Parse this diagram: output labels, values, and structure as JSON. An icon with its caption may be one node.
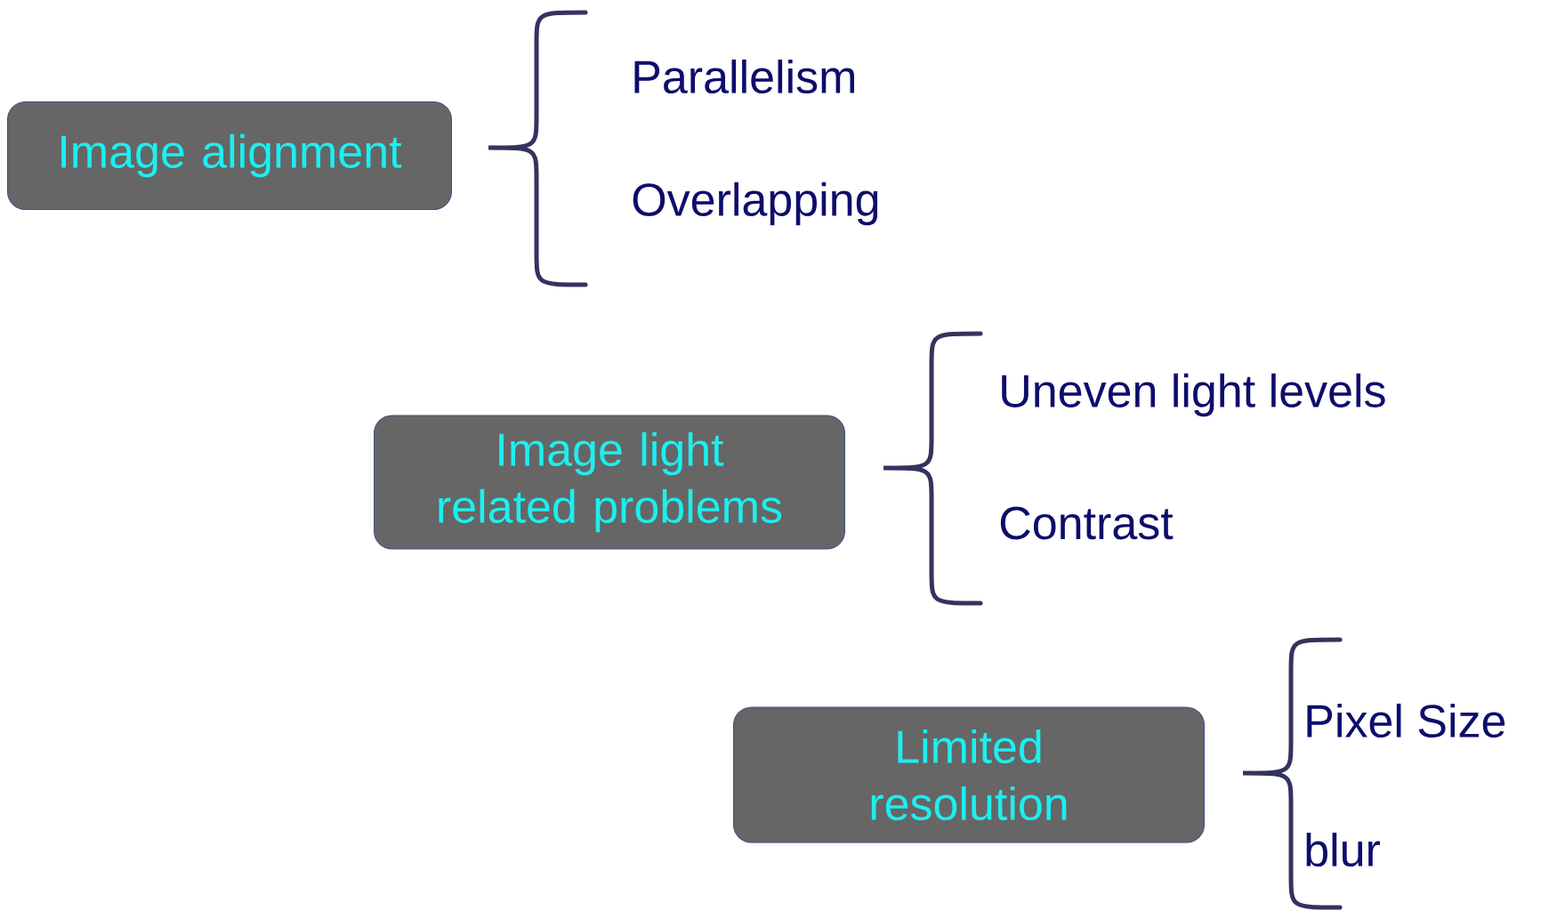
{
  "diagram": {
    "nodes": [
      {
        "text": [
          "Image alignment"
        ]
      },
      {
        "text": [
          "Image light related problems"
        ]
      },
      {
        "text": [
          "Limited resolution"
        ]
      }
    ],
    "labels": [
      "Parallelism",
      "Overlapping",
      "Uneven light levels",
      "Contrast",
      "Pixel Size",
      "blur"
    ]
  }
}
